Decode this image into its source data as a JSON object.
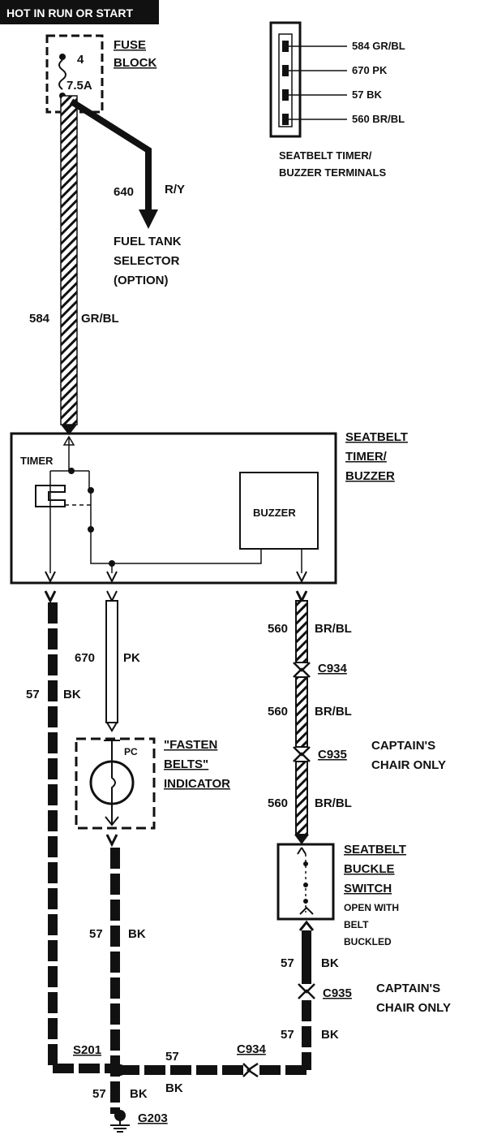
{
  "header": {
    "title": "HOT IN RUN OR START"
  },
  "fuse": {
    "label_line1": "FUSE",
    "label_line2": "BLOCK",
    "number": "4",
    "rating": "7.5A"
  },
  "terminals": {
    "items": [
      "584 GR/BL",
      "670 PK",
      "57 BK",
      "560 BR/BL"
    ],
    "caption_line1": "SEATBELT TIMER/",
    "caption_line2": "BUZZER TERMINALS"
  },
  "fuel_tank": {
    "circuit": "640",
    "color": "R/Y",
    "line1": "FUEL TANK",
    "line2": "SELECTOR",
    "line3": "(OPTION)"
  },
  "wire_584": {
    "circuit": "584",
    "color": "GR/BL"
  },
  "timer_module": {
    "label_line1": "SEATBELT",
    "label_line2": "TIMER/",
    "label_line3": "BUZZER",
    "timer": "TIMER",
    "buzzer": "BUZZER"
  },
  "wire_560": {
    "circuit": "560",
    "color": "BR/BL"
  },
  "connectors": {
    "c934": "C934",
    "c935": "C935",
    "s201": "S201",
    "g203": "G203"
  },
  "captain_note": {
    "line1": "CAPTAIN'S",
    "line2": "CHAIR ONLY"
  },
  "wire_670": {
    "circuit": "670",
    "color": "PK"
  },
  "wire_57": {
    "circuit": "57",
    "color": "BK"
  },
  "indicator": {
    "line1": "\"FASTEN",
    "line2": "BELTS\"",
    "line3": "INDICATOR",
    "pc": "PC"
  },
  "buckle": {
    "line1": "SEATBELT",
    "line2": "BUCKLE",
    "line3": "SWITCH",
    "note1": "OPEN WITH",
    "note2": "BELT",
    "note3": "BUCKLED"
  },
  "colors": {
    "ink": "#111111",
    "background": "#ffffff"
  }
}
